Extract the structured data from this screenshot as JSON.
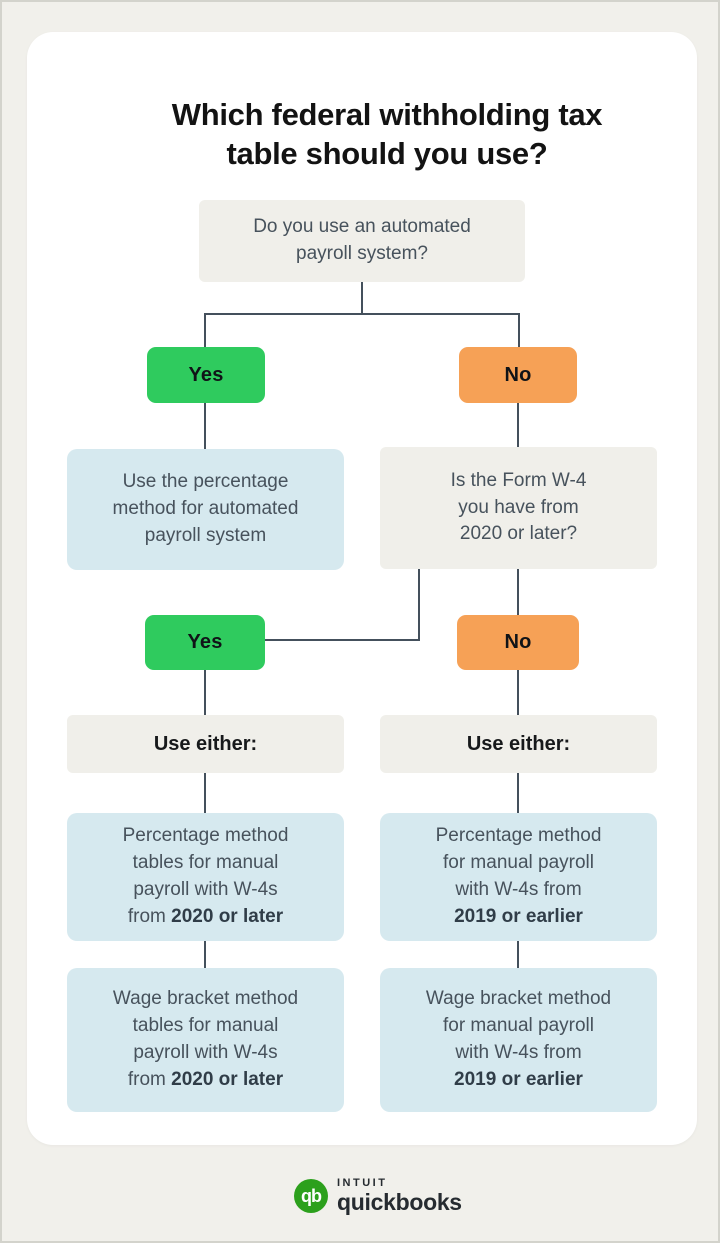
{
  "title_lines": [
    "Which federal withholding tax",
    "table should you use?"
  ],
  "flow": {
    "q1_lines": [
      "Do you use an automated",
      "payroll system?"
    ],
    "yes1_label": "Yes",
    "no1_label": "No",
    "auto_result_lines": [
      "Use the percentage",
      "method for automated",
      "payroll system"
    ],
    "w4_question_lines": [
      "Is the Form W-4",
      "you have from",
      "2020 or later?"
    ],
    "yes2_label": "Yes",
    "no2_label": "No",
    "use_either_left": "Use either:",
    "use_either_right": "Use either:",
    "pct_left_lines": [
      "Percentage method",
      "tables for manual",
      "payroll with W-4s",
      "from"
    ],
    "pct_left_bold": "2020 or later",
    "wage_left_lines": [
      "Wage bracket method",
      "tables for manual",
      "payroll with W-4s",
      "from"
    ],
    "wage_left_bold": "2020 or later",
    "pct_right_lines": [
      "Percentage method",
      "for manual payroll",
      "with W-4s from"
    ],
    "pct_right_bold": "2019 or earlier",
    "wage_right_lines": [
      "Wage bracket method",
      "for manual payroll",
      "with W-4s from"
    ],
    "wage_right_bold": "2019 or earlier"
  },
  "footer": {
    "logo_glyph": "qb",
    "brand_top": "INTUIT",
    "brand_bottom": "quickbooks"
  },
  "colors": {
    "background": "#F1F0EB",
    "card": "#FFFFFF",
    "gray_box": "#F0EFEA",
    "blue_box": "#D6E9EF",
    "yes_green": "#2FCB5E",
    "no_orange": "#F6A156",
    "connector_line": "#44505C",
    "box_text": "#47525C",
    "logo_green": "#2CA01C"
  }
}
